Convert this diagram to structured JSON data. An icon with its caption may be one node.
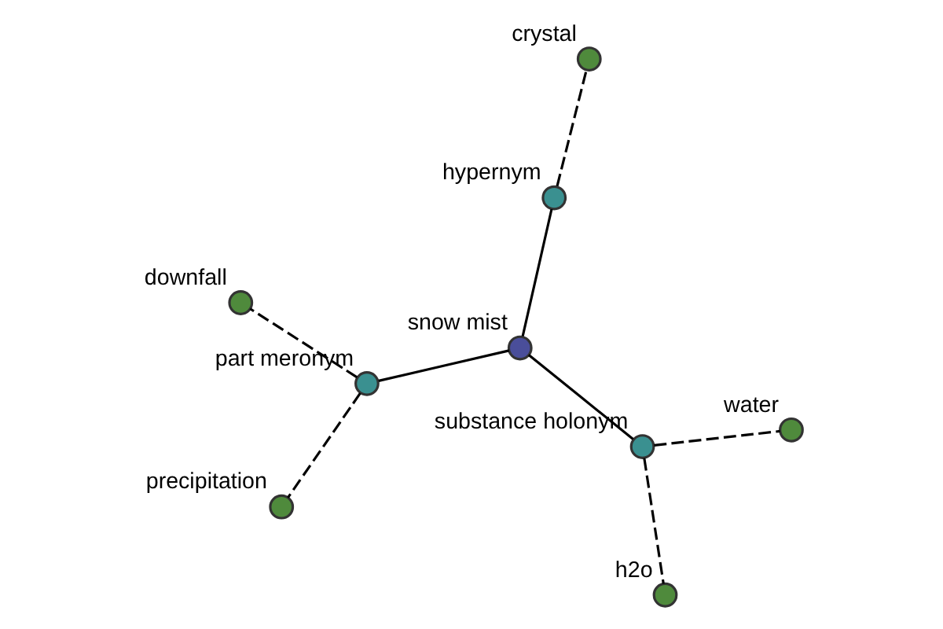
{
  "diagram": {
    "nodes": [
      {
        "text": [
          "snow mist"
        ]
      },
      {
        "text": [
          "hypernym"
        ]
      },
      {
        "text": [
          "part meronym"
        ]
      },
      {
        "text": [
          "substance holonym"
        ]
      },
      {
        "text": [
          "crystal"
        ]
      },
      {
        "text": [
          "downfall"
        ]
      },
      {
        "text": [
          "precipitation"
        ]
      },
      {
        "text": [
          "water"
        ]
      },
      {
        "text": [
          "h2o"
        ]
      }
    ],
    "edges": [
      {
        "from": 0,
        "to": 1,
        "arrow": "none"
      },
      {
        "from": 0,
        "to": 2,
        "arrow": "none"
      },
      {
        "from": 0,
        "to": 3,
        "arrow": "none"
      },
      {
        "from": 1,
        "to": 4,
        "arrow": "none",
        "style": "dashed"
      },
      {
        "from": 2,
        "to": 5,
        "arrow": "none",
        "style": "dashed"
      },
      {
        "from": 2,
        "to": 6,
        "arrow": "none",
        "style": "dashed"
      },
      {
        "from": 3,
        "to": 7,
        "arrow": "none",
        "style": "dashed"
      },
      {
        "from": 3,
        "to": 8,
        "arrow": "none",
        "style": "dashed"
      }
    ]
  }
}
